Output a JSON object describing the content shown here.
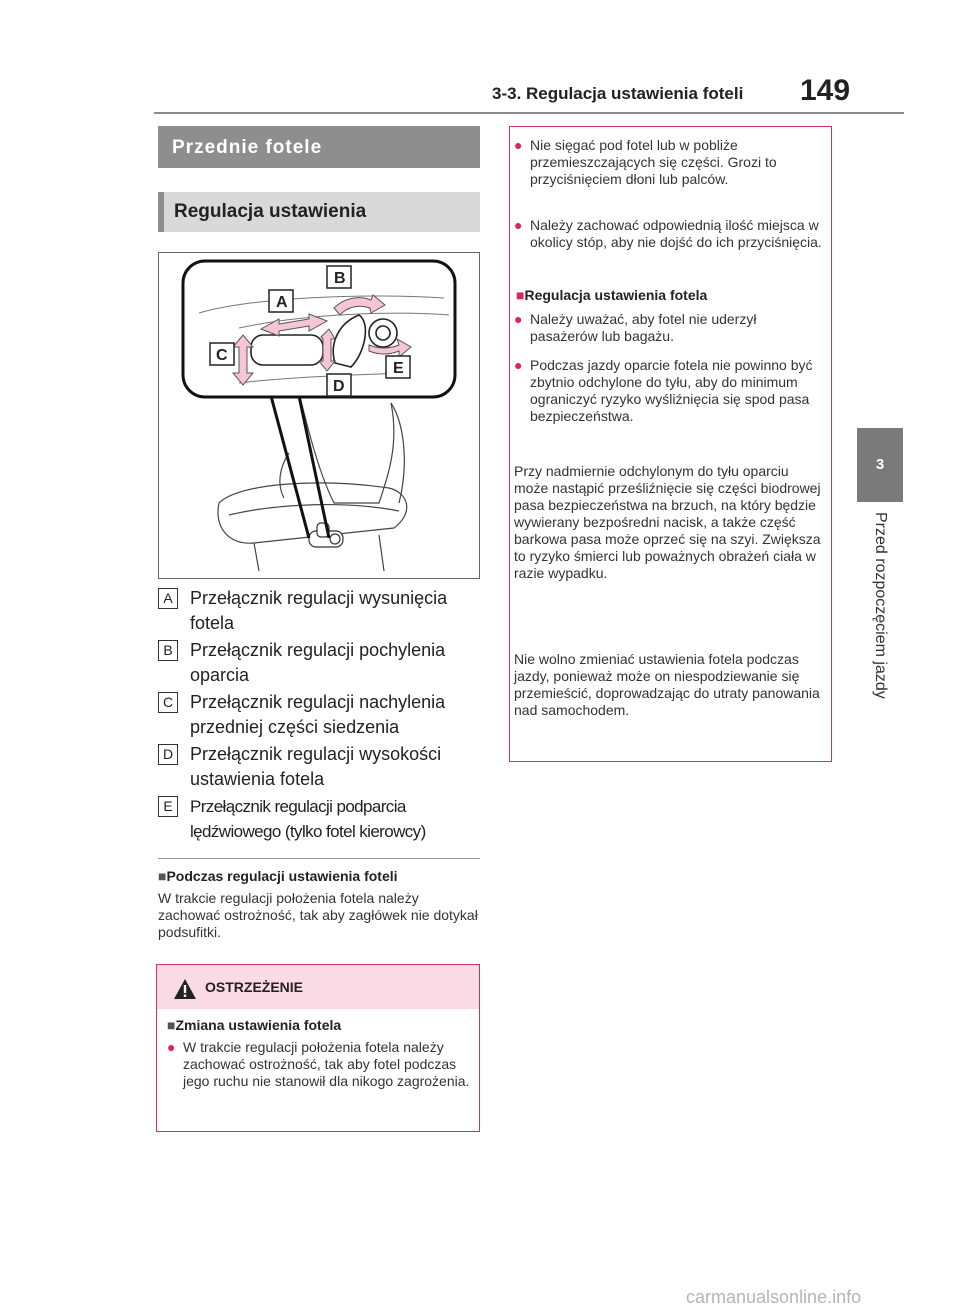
{
  "header": {
    "title": "3-3. Regulacja ustawienia foteli",
    "page_number": "149"
  },
  "side_tab": {
    "number": "3",
    "label": "Przed rozpoczęciem jazdy"
  },
  "section": {
    "title": "Przednie fotele"
  },
  "subsection": {
    "title": "Regulacja ustawienia"
  },
  "figure": {
    "callouts": [
      "A",
      "B",
      "C",
      "D",
      "E"
    ]
  },
  "legend": [
    {
      "key": "A",
      "text": "Przełącznik regulacji wysunięcia fotela"
    },
    {
      "key": "B",
      "text": "Przełącznik regulacji pochylenia oparcia"
    },
    {
      "key": "C",
      "text": "Przełącznik regulacji nachylenia przedniej części siedzenia"
    },
    {
      "key": "D",
      "text": "Przełącznik regulacji wysokości ustawienia fotela"
    },
    {
      "key": "E",
      "text": "Przełącznik regulacji podparcia lędźwiowego (tylko fotel kierowcy)"
    }
  ],
  "note": {
    "heading": "Podczas regulacji ustawienia foteli",
    "body": "W trakcie regulacji położenia fotela należy zachować ostrożność, tak aby zagłówek nie dotykał podsufitki."
  },
  "warning": {
    "title": "OSTRZEŻENIE",
    "heading": "Zmiana ustawienia fotela",
    "bullet": "W trakcie regulacji położenia fotela należy zachować ostrożność, tak aby fotel podczas jego ruchu nie stanowił dla nikogo zagrożenia."
  },
  "right_box": {
    "bullet1": "Nie sięgać pod fotel lub w pobliże przemieszczających się części. Grozi to przyciśnięciem dłoni lub palców.",
    "bullet2": "Należy zachować odpowiednią ilość miejsca w okolicy stóp, aby nie dojść do ich przyciśnięcia.",
    "heading": "Regulacja ustawienia fotela",
    "bullet3": "Należy uważać, aby fotel nie uderzył pasażerów lub bagażu.",
    "bullet4": "Podczas jazdy oparcie fotela nie powinno być zbytnio odchylone do tyłu, aby do minimum ograniczyć ryzyko wyśliźnięcia się spod pasa bezpieczeństwa.",
    "para1": "Przy nadmiernie odchylonym do tyłu oparciu może nastąpić prześliźnięcie się części biodrowej pasa bezpieczeństwa na brzuch, na który będzie wywierany bezpośredni nacisk, a także część barkowa pasa może oprzeć się na szyi. Zwiększa to ryzyko śmierci lub poważnych obrażeń ciała w razie wypadku.",
    "para2": "Nie wolno zmieniać ustawienia fotela podczas jazdy, ponieważ może on niespodziewanie się przemieścić, doprowadzając do utraty panowania nad samochodem."
  },
  "watermark": "carmanualsonline.info",
  "colors": {
    "accent_pink": "#cc3366",
    "bullet_pink": "#e02060",
    "section_gray": "#8e8e8e",
    "sub_gray": "#d9d9d9",
    "warning_bg": "#fadbe6"
  }
}
